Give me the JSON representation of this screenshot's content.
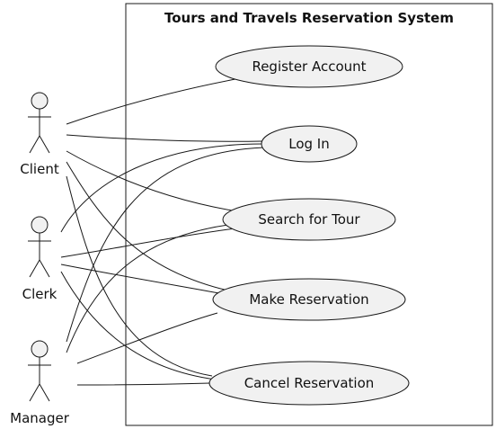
{
  "system": {
    "title": "Tours and Travels Reservation System"
  },
  "actors": [
    {
      "id": "client",
      "label": "Client"
    },
    {
      "id": "clerk",
      "label": "Clerk"
    },
    {
      "id": "manager",
      "label": "Manager"
    }
  ],
  "use_cases": [
    {
      "id": "register",
      "label": "Register Account"
    },
    {
      "id": "login",
      "label": "Log In"
    },
    {
      "id": "search",
      "label": "Search for Tour"
    },
    {
      "id": "reserve",
      "label": "Make Reservation"
    },
    {
      "id": "cancel",
      "label": "Cancel Reservation"
    }
  ],
  "associations": [
    [
      "client",
      "register"
    ],
    [
      "client",
      "login"
    ],
    [
      "client",
      "search"
    ],
    [
      "client",
      "reserve"
    ],
    [
      "client",
      "cancel"
    ],
    [
      "clerk",
      "login"
    ],
    [
      "clerk",
      "search"
    ],
    [
      "clerk",
      "reserve"
    ],
    [
      "clerk",
      "cancel"
    ],
    [
      "manager",
      "login"
    ],
    [
      "manager",
      "search"
    ],
    [
      "manager",
      "reserve"
    ],
    [
      "manager",
      "cancel"
    ]
  ],
  "colors": {
    "ellipse_fill": "#f1f1f1",
    "stroke": "#181818",
    "background": "#ffffff"
  }
}
